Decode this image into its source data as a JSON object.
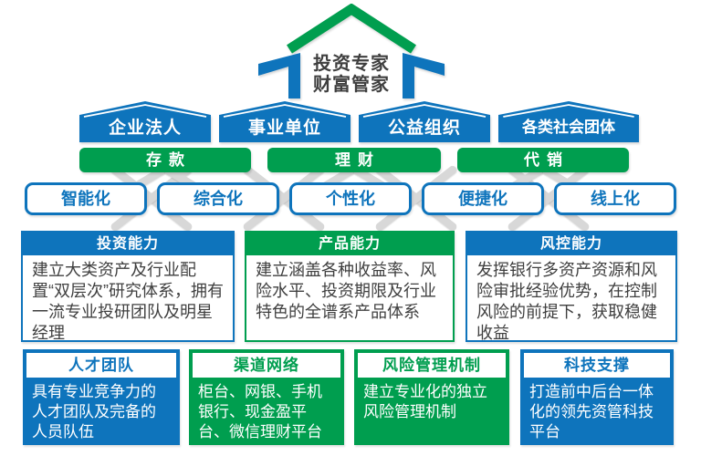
{
  "colors": {
    "blue": "#0E74BC",
    "green": "#009E4F",
    "dark_text": "#3F3F3F",
    "connector_gray": "#D8D8D8",
    "background": "#FFFFFF"
  },
  "apex": {
    "line1": "投资专家",
    "line2": "财富管家"
  },
  "customer_segments": [
    {
      "label": "企业法人"
    },
    {
      "label": "事业单位"
    },
    {
      "label": "公益组织"
    },
    {
      "label": "各类社会团体"
    }
  ],
  "service_categories": [
    {
      "label": "存款"
    },
    {
      "label": "理财"
    },
    {
      "label": "代销"
    }
  ],
  "service_features": [
    {
      "label": "智能化"
    },
    {
      "label": "综合化"
    },
    {
      "label": "个性化"
    },
    {
      "label": "便捷化"
    },
    {
      "label": "线上化"
    }
  ],
  "core_capabilities": [
    {
      "title": "投资能力",
      "description": "建立大类资产及行业配置“双层次”研究体系，拥有一流专业投研团队及明星经理",
      "color": "#0E74BC"
    },
    {
      "title": "产品能力",
      "description": "建立涵盖各种收益率、风险水平、投资期限及行业特色的全谱系产品体系",
      "color": "#009E4F"
    },
    {
      "title": "风控能力",
      "description": "发挥银行多资产资源和风险审批经验优势，在控制风险的前提下，获取稳健收益",
      "color": "#0E74BC"
    }
  ],
  "support_pillars": [
    {
      "title": "人才团队",
      "description": "具有专业竞争力的人才团队及完备的人员队伍",
      "color": "#0E74BC"
    },
    {
      "title": "渠道网络",
      "description": "柜台、网银、手机银行、现金盈平台、微信理财平台",
      "color": "#009E4F"
    },
    {
      "title": "风险管理机制",
      "description": "建立专业化的独立风险管理机制",
      "color": "#009E4F"
    },
    {
      "title": "科技支撑",
      "description": "打造前中后台一体化的领先资管科技平台",
      "color": "#0E74BC"
    }
  ]
}
